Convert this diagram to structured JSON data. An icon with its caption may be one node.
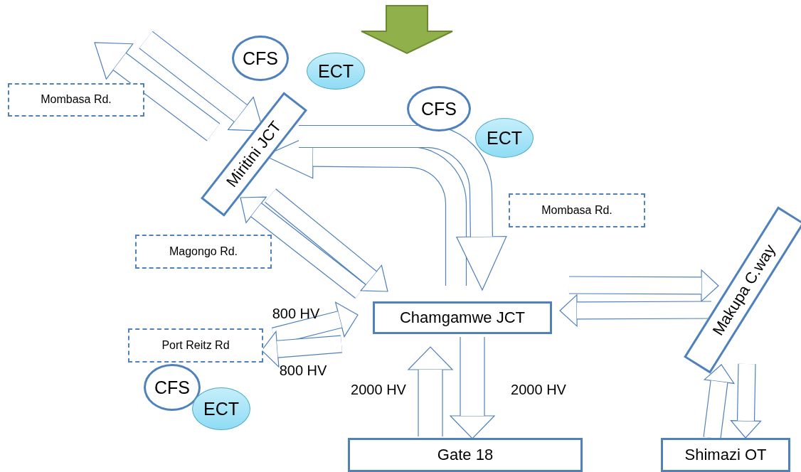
{
  "diagram": {
    "nodes": [
      {
        "text": [
          "Mombasa Rd."
        ]
      },
      {
        "text": [
          "CFS"
        ]
      },
      {
        "text": [
          "ECT"
        ]
      },
      {
        "text": [
          "Miritini JCT"
        ]
      },
      {
        "text": [
          "CFS"
        ]
      },
      {
        "text": [
          "ECT"
        ]
      },
      {
        "text": [
          "Mombasa Rd."
        ]
      },
      {
        "text": [
          "Magongo Rd."
        ]
      },
      {
        "text": [
          "Chamgamwe JCT"
        ]
      },
      {
        "text": [
          "Makupa C.way"
        ]
      },
      {
        "text": [
          "Port Reitz Rd"
        ]
      },
      {
        "text": [
          "CFS"
        ]
      },
      {
        "text": [
          "ECT"
        ]
      },
      {
        "text": [
          "Gate 18"
        ]
      },
      {
        "text": [
          "Shimazi OT"
        ]
      }
    ],
    "edges": [
      {
        "from": 3,
        "to": 0,
        "arrow": "to"
      },
      {
        "from": null,
        "to": 3,
        "arrow": "to"
      },
      {
        "from": 8,
        "to": 3,
        "arrow": "to"
      },
      {
        "from": 3,
        "to": 8,
        "arrow": "to"
      },
      {
        "from": 8,
        "to": 3,
        "arrow": "to"
      },
      {
        "from": 3,
        "to": 8,
        "arrow": "to"
      },
      {
        "from": 10,
        "to": 8,
        "arrow": "to",
        "label": "800 HV"
      },
      {
        "from": 8,
        "to": 10,
        "arrow": "to",
        "label": "800 HV"
      },
      {
        "from": 13,
        "to": 8,
        "arrow": "to",
        "label": "2000 HV"
      },
      {
        "from": 8,
        "to": 13,
        "arrow": "to",
        "label": "2000 HV"
      },
      {
        "from": 8,
        "to": 9,
        "arrow": "to"
      },
      {
        "from": 9,
        "to": 8,
        "arrow": "to"
      },
      {
        "from": 14,
        "to": 9,
        "arrow": "to"
      },
      {
        "from": 9,
        "to": 14,
        "arrow": "to"
      }
    ]
  }
}
